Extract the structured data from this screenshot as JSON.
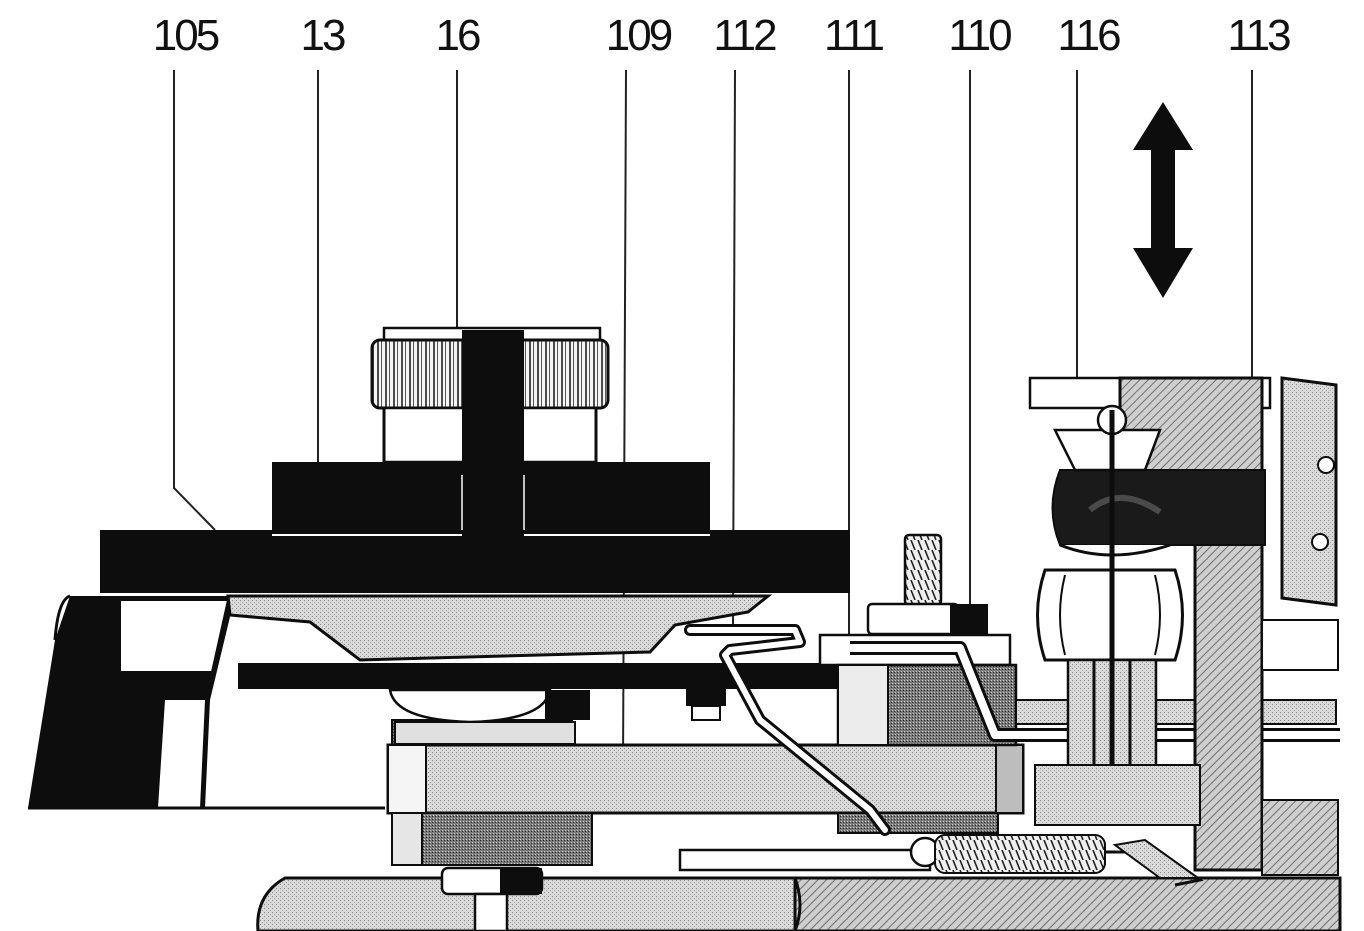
{
  "figure": {
    "labels": [
      {
        "text": "105"
      },
      {
        "text": "13"
      },
      {
        "text": "16"
      },
      {
        "text": "109"
      },
      {
        "text": "112"
      },
      {
        "text": "111"
      },
      {
        "text": "110"
      },
      {
        "text": "116"
      },
      {
        "text": "113"
      }
    ]
  },
  "colors": {
    "ink": "#0d0d0d",
    "light_gray": "#d6d6d6",
    "mid_gray": "#b3b3b3",
    "dark_gray": "#5e5e5e",
    "paper": "#ffffff"
  },
  "symbols": {
    "motion_arrow": "double-vertical-arrow-icon"
  }
}
